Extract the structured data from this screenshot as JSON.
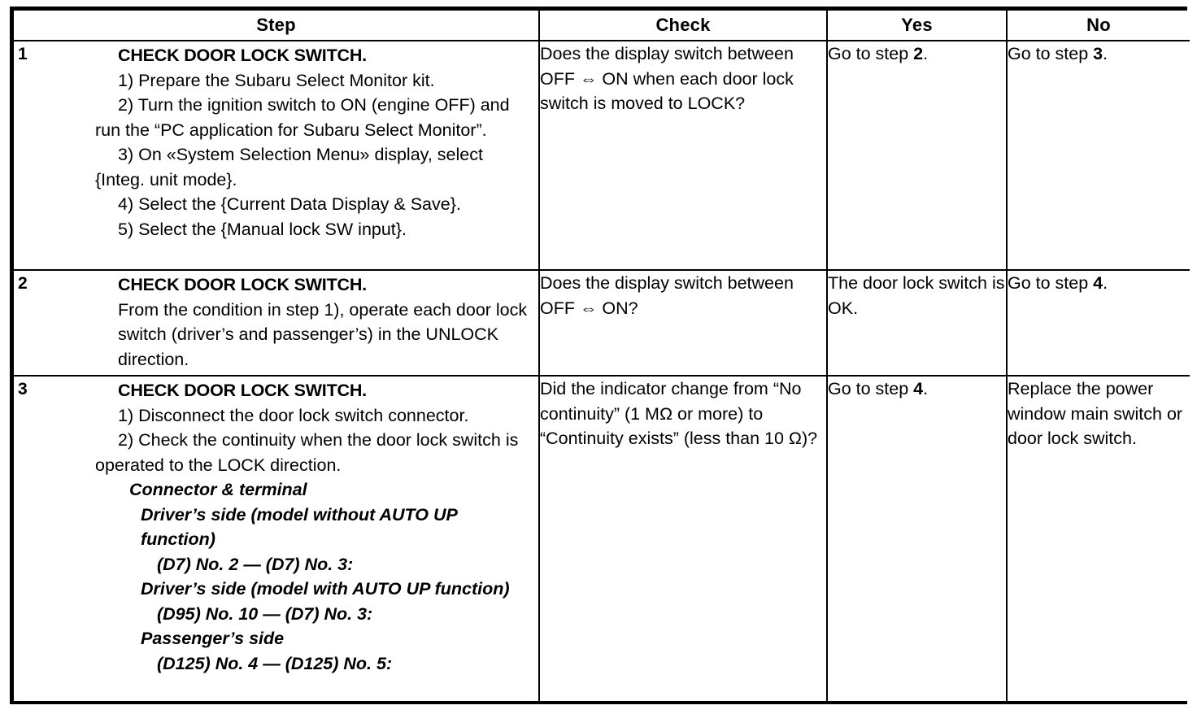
{
  "table": {
    "headers": {
      "step": "Step",
      "check": "Check",
      "yes": "Yes",
      "no": "No"
    },
    "rows": [
      {
        "number": "1",
        "step": {
          "title": "CHECK DOOR LOCK SWITCH.",
          "lines": [
            "1)  Prepare the Subaru Select Monitor kit.",
            "2)  Turn the ignition switch to ON (engine OFF) and run the “PC application for Subaru Select Monitor”.",
            "3)  On «System Selection Menu» display, select {Integ. unit mode}.",
            "4)  Select the {Current Data Display & Save}.",
            "5)  Select the {Manual lock SW input}."
          ]
        },
        "check": "Does the display switch between OFF ⇔ ON when each door lock switch is moved to LOCK?",
        "yes_prefix": "Go to step ",
        "yes_bold": "2",
        "yes_suffix": ".",
        "no_prefix": "Go to step ",
        "no_bold": "3",
        "no_suffix": "."
      },
      {
        "number": "2",
        "step": {
          "title": "CHECK DOOR LOCK SWITCH.",
          "lines": [
            "From the condition in step 1), operate each door lock switch (driver’s and passenger’s) in the UNLOCK direction."
          ]
        },
        "check": "Does the display switch between OFF ⇔ ON?",
        "yes_prefix": "The door lock switch is OK.",
        "yes_bold": "",
        "yes_suffix": "",
        "no_prefix": "Go to step ",
        "no_bold": "4",
        "no_suffix": "."
      },
      {
        "number": "3",
        "step": {
          "title": "CHECK DOOR LOCK SWITCH.",
          "lines": [
            "1)  Disconnect the door lock switch connector.",
            "2)  Check the continuity when the door lock switch is operated to the LOCK direction."
          ],
          "italic_lines": [
            "Connector & terminal",
            "Driver’s side (model without AUTO UP function)",
            "(D7) No. 2 — (D7) No. 3:",
            "Driver’s side (model with AUTO UP function)",
            "(D95) No. 10 — (D7) No. 3:",
            "Passenger’s side",
            "(D125) No. 4 — (D125) No. 5:"
          ]
        },
        "check": "Did the indicator change from “No continuity” (1 MΩ or more) to “Continuity exists” (less than 10 Ω)?",
        "yes_prefix": "Go to step ",
        "yes_bold": "4",
        "yes_suffix": ".",
        "no_prefix": "Replace the power window main switch or door lock switch.",
        "no_bold": "",
        "no_suffix": ""
      }
    ]
  },
  "colors": {
    "border": "#000000",
    "text": "#000000",
    "background": "#ffffff"
  }
}
